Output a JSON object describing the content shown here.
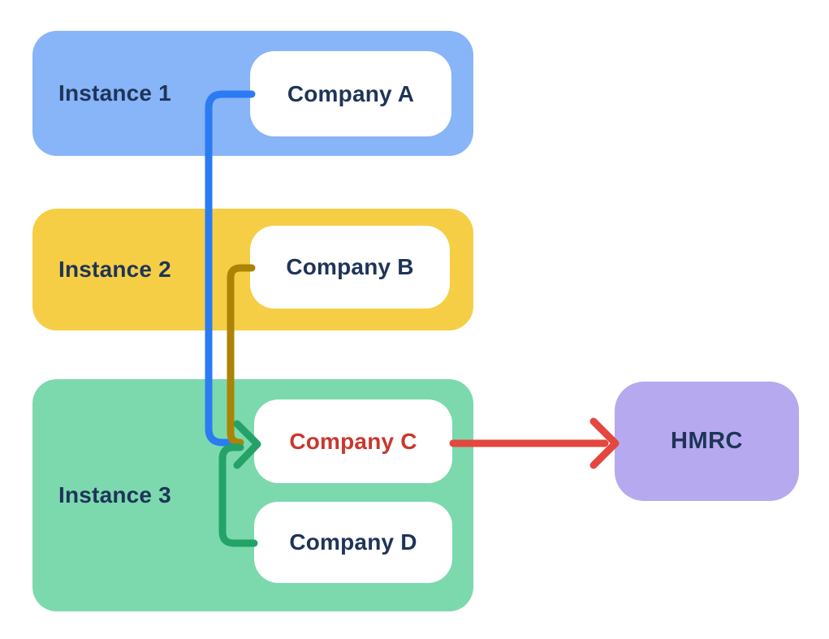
{
  "diagram": {
    "background": "#ffffff",
    "text_color": "#1e3459",
    "company_fill": "#ffffff",
    "instances": [
      {
        "label": "Instance 1",
        "color": "#88b4f8",
        "companies": [
          {
            "label": "Company A",
            "text_color": "#1e3459"
          }
        ]
      },
      {
        "label": "Instance 2",
        "color": "#f6ce45",
        "companies": [
          {
            "label": "Company B",
            "text_color": "#1e3459"
          }
        ]
      },
      {
        "label": "Instance 3",
        "color": "#7cd9ae",
        "companies": [
          {
            "label": "Company C",
            "text_color": "#c8382f"
          },
          {
            "label": "Company D",
            "text_color": "#1e3459"
          }
        ]
      }
    ],
    "external": {
      "label": "HMRC",
      "color": "#b7a9f0",
      "text_color": "#1e3459"
    },
    "connectors": [
      {
        "name": "company-a-to-company-c",
        "color": "#2b7bf3"
      },
      {
        "name": "company-b-to-company-c",
        "color": "#ab8406"
      },
      {
        "name": "company-d-to-company-c",
        "color": "#24a268"
      },
      {
        "name": "company-c-to-hmrc",
        "color": "#e3473e"
      }
    ]
  }
}
